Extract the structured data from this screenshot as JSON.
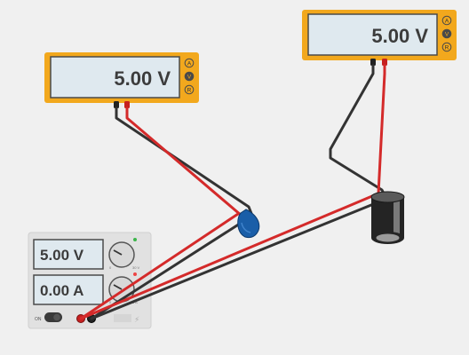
{
  "canvas": {
    "background": "#f0f0f0"
  },
  "meters": {
    "left": {
      "reading": "5.00 V",
      "modes": [
        "A",
        "V",
        "R"
      ],
      "active_mode": "V"
    },
    "right": {
      "reading": "5.00 V",
      "modes": [
        "A",
        "V",
        "R"
      ],
      "active_mode": "V"
    }
  },
  "power_supply": {
    "voltage": "5.00 V",
    "current": "0.00 A",
    "switch_label": "ON",
    "knob_voltage_labels": [
      "0",
      "30 V"
    ],
    "knob_current_labels": [
      "0",
      "5 A"
    ]
  },
  "components": {
    "small_capacitor": {
      "color": "#1a5ea8",
      "icon": "ceramic-capacitor"
    },
    "large_capacitor": {
      "color": "#222222",
      "icon": "electrolytic-capacitor"
    }
  },
  "colors": {
    "meter_frame": "#f2a81d",
    "display_bg": "#dfe9ef",
    "wire_positive": "#d42a2a",
    "wire_negative": "#333333",
    "supply_body": "#e1e1e1"
  }
}
